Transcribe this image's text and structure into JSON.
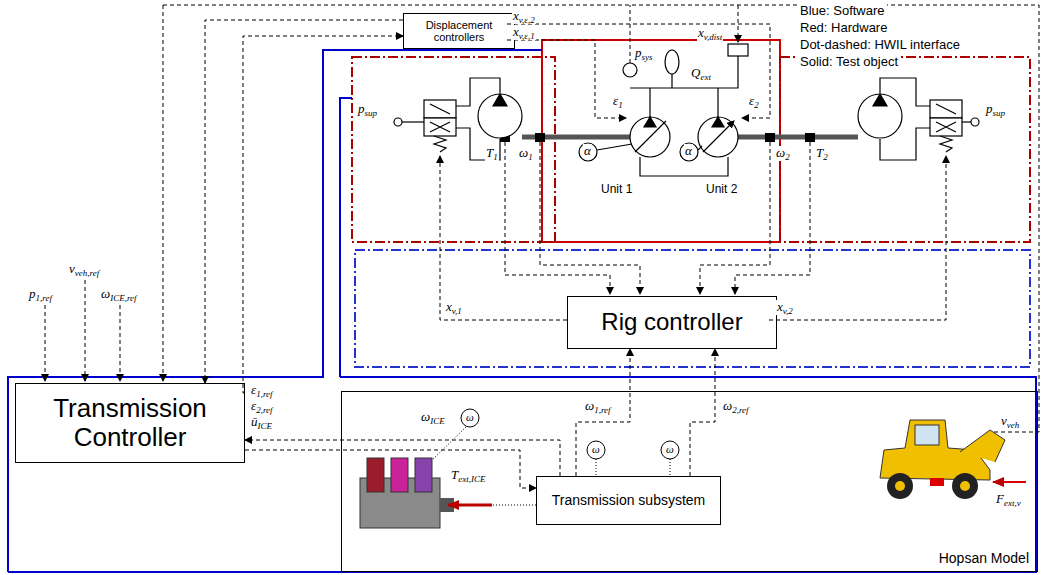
{
  "diagram": {
    "nodes": [
      {
        "text": [
          "Displacement controllers"
        ]
      },
      {
        "text": [
          "Rig controller"
        ]
      },
      {
        "text": [
          "Transmission Controller"
        ]
      },
      {
        "text": [
          "Hopsan Model"
        ]
      },
      {
        "text": [
          "Transmission subsystem"
        ],
        "in": 3
      }
    ],
    "edges": [
      {
        "from": 2,
        "to": 0,
        "arrow": "to"
      },
      {
        "from": 0,
        "to": 2,
        "arrow": "to"
      },
      {
        "from": 2,
        "to": 4,
        "arrow": "to"
      },
      {
        "from": 4,
        "to": 2,
        "arrow": "to"
      },
      {
        "from": 4,
        "to": 1,
        "arrow": "to"
      },
      {
        "from": 4,
        "to": 1,
        "arrow": "to"
      }
    ],
    "labels": [
      "xv,dist",
      "xv,ε,2",
      "xv,ε,1",
      "psys",
      "Qext",
      "psup",
      "ε1",
      "ε2",
      "α",
      "α",
      "Unit 1",
      "Unit 2",
      "T1",
      "ω1",
      "ω2",
      "T2",
      "psup",
      "xv,1",
      "xv,2",
      "vveh,ref",
      "p1,ref",
      "ωICE,ref",
      "ε1,ref",
      "ε2,ref",
      "ūICE",
      "ωICE",
      "ω1,ref",
      "ω2,ref",
      "ω",
      "ω",
      "ω",
      "Text,ICE",
      "vveh",
      "Fext,v"
    ],
    "legend": [
      {
        "text": "Blue: Software"
      },
      {
        "text": "Red: Hardware"
      },
      {
        "text": "Dot-dashed: HWIL interface"
      },
      {
        "text": "Solid: Test object"
      }
    ]
  }
}
